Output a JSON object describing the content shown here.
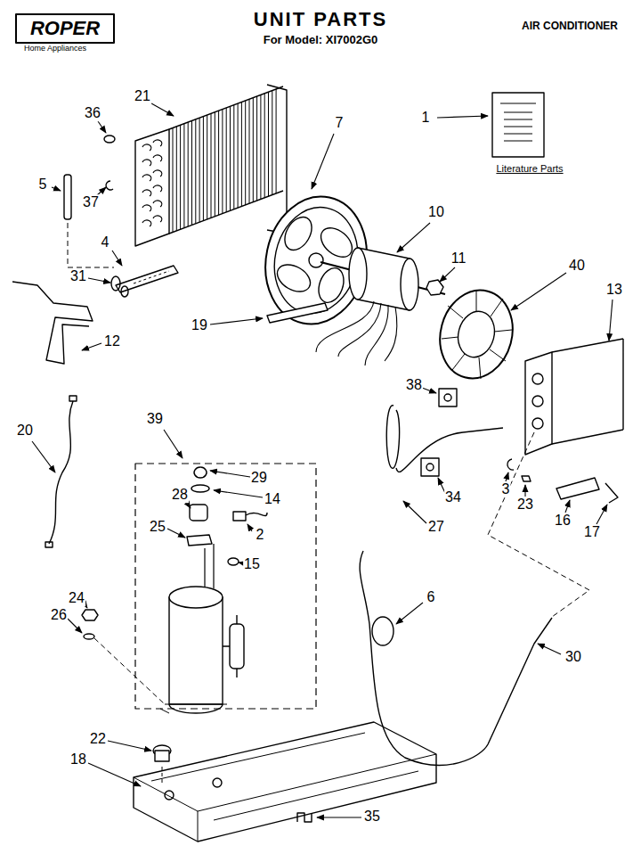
{
  "diagram": {
    "title": "UNIT PARTS",
    "labels": [
      "ROPER",
      "Home Appliances",
      "For Model: XI7002G0",
      "AIR CONDITIONER",
      "Literature Parts",
      "36",
      "21",
      "7",
      "1",
      "5",
      "37",
      "10",
      "4",
      "31",
      "11",
      "40",
      "13",
      "12",
      "19",
      "38",
      "20",
      "39",
      "29",
      "14",
      "28",
      "2",
      "25",
      "15",
      "3",
      "23",
      "16",
      "17",
      "34",
      "27",
      "6",
      "24",
      "26",
      "30",
      "22",
      "18",
      "35"
    ]
  }
}
